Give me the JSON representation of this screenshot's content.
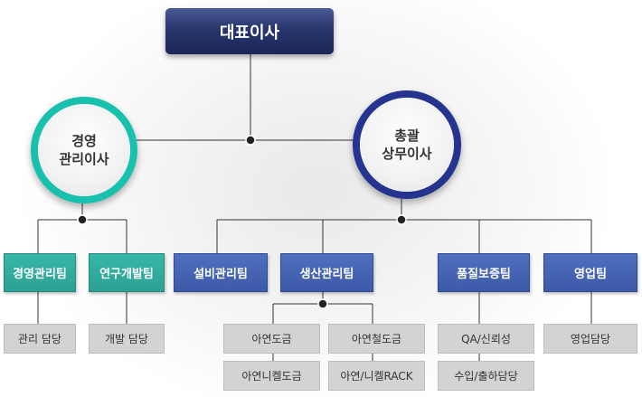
{
  "ceo": "대표이사",
  "executives": {
    "management": [
      "경영",
      "관리이사"
    ],
    "general": [
      "총괄",
      "상무이사"
    ]
  },
  "teams": {
    "mgmt_admin": "경영관리팀",
    "rnd": "연구개발팀",
    "facility": "설비관리팀",
    "production": "생산관리팀",
    "quality": "품질보증팀",
    "sales": "영업팀"
  },
  "sub_units": {
    "admin_charge": "관리 담당",
    "dev_charge": "개발 담당",
    "zinc_plating": "아연도금",
    "zinc_iron_plating": "아연철도금",
    "zinc_nickel_plating": "아연니켈도금",
    "zinc_nickel_rack": "아연/니켈RACK",
    "qa_reliability": "QA/신뢰성",
    "import_shipping": "수입/출하담당",
    "sales_charge": "영업담당"
  },
  "colors": {
    "teal_accent": "#18c0ae",
    "navy_accent": "#24348f",
    "team_teal": "#2da093",
    "team_blue": "#3d5aa8"
  }
}
